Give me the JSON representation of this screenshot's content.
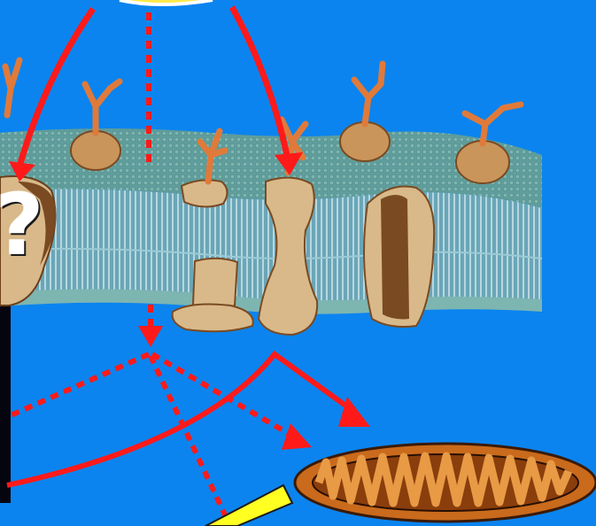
{
  "labels": {
    "question_mark": "?"
  },
  "colors": {
    "background": "#0b84ef",
    "arrow": "#ff1a1a",
    "membrane_top": "#5f9e9c",
    "membrane_tails": "#7fb7c7",
    "protein": "#d9b98a",
    "protein_shadow": "#7a4a22",
    "receptor": "#e07a3a",
    "mitochondrion_outer": "#c96a1c",
    "mitochondrion_inner": "#8a3e0c",
    "yellow_item": "#ffff22",
    "dark_panel": "#05050f"
  },
  "scene": {
    "icons": [
      "cell-membrane",
      "receptor-protein",
      "channel-protein",
      "mitochondrion",
      "signal-arrow",
      "question-mark"
    ]
  }
}
